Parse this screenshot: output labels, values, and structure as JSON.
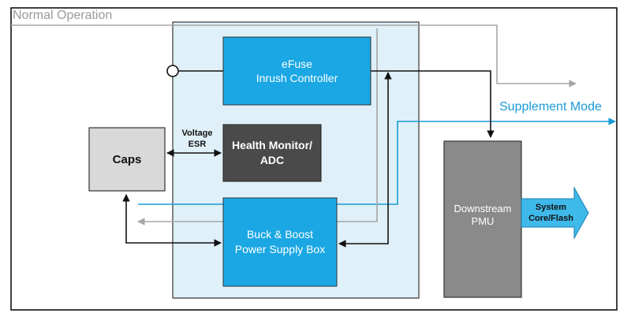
{
  "labels": {
    "normal_operation": "Normal Operation",
    "supplement_mode": "Supplement Mode",
    "efuse": "eFuse\nInrush Controller",
    "health_monitor": "Health Monitor/\nADC",
    "buck_boost": "Buck & Boost\nPower Supply Box",
    "caps": "Caps",
    "voltage_esr": "Voltage\nESR",
    "downstream_pmu": "Downstream\nPMU",
    "system_core_flash": "System\nCore/Flash"
  },
  "colors": {
    "outer_border": "#000000",
    "module_fill": "#dff0f8",
    "module_border": "#333333",
    "efuse_fill": "#1aa7e4",
    "buck_fill": "#1aa7e4",
    "health_fill": "#4a4a4a",
    "caps_fill": "#d9d9d9",
    "pmu_fill": "#8a8a8a",
    "arrow_fill": "#3fb9ea",
    "normal_line": "#a6a6a6",
    "supplement_line": "#1a9bd6",
    "signal_line": "#111111",
    "gray_text": "#9a9a9a",
    "cyan_text": "#1a9bd6"
  }
}
